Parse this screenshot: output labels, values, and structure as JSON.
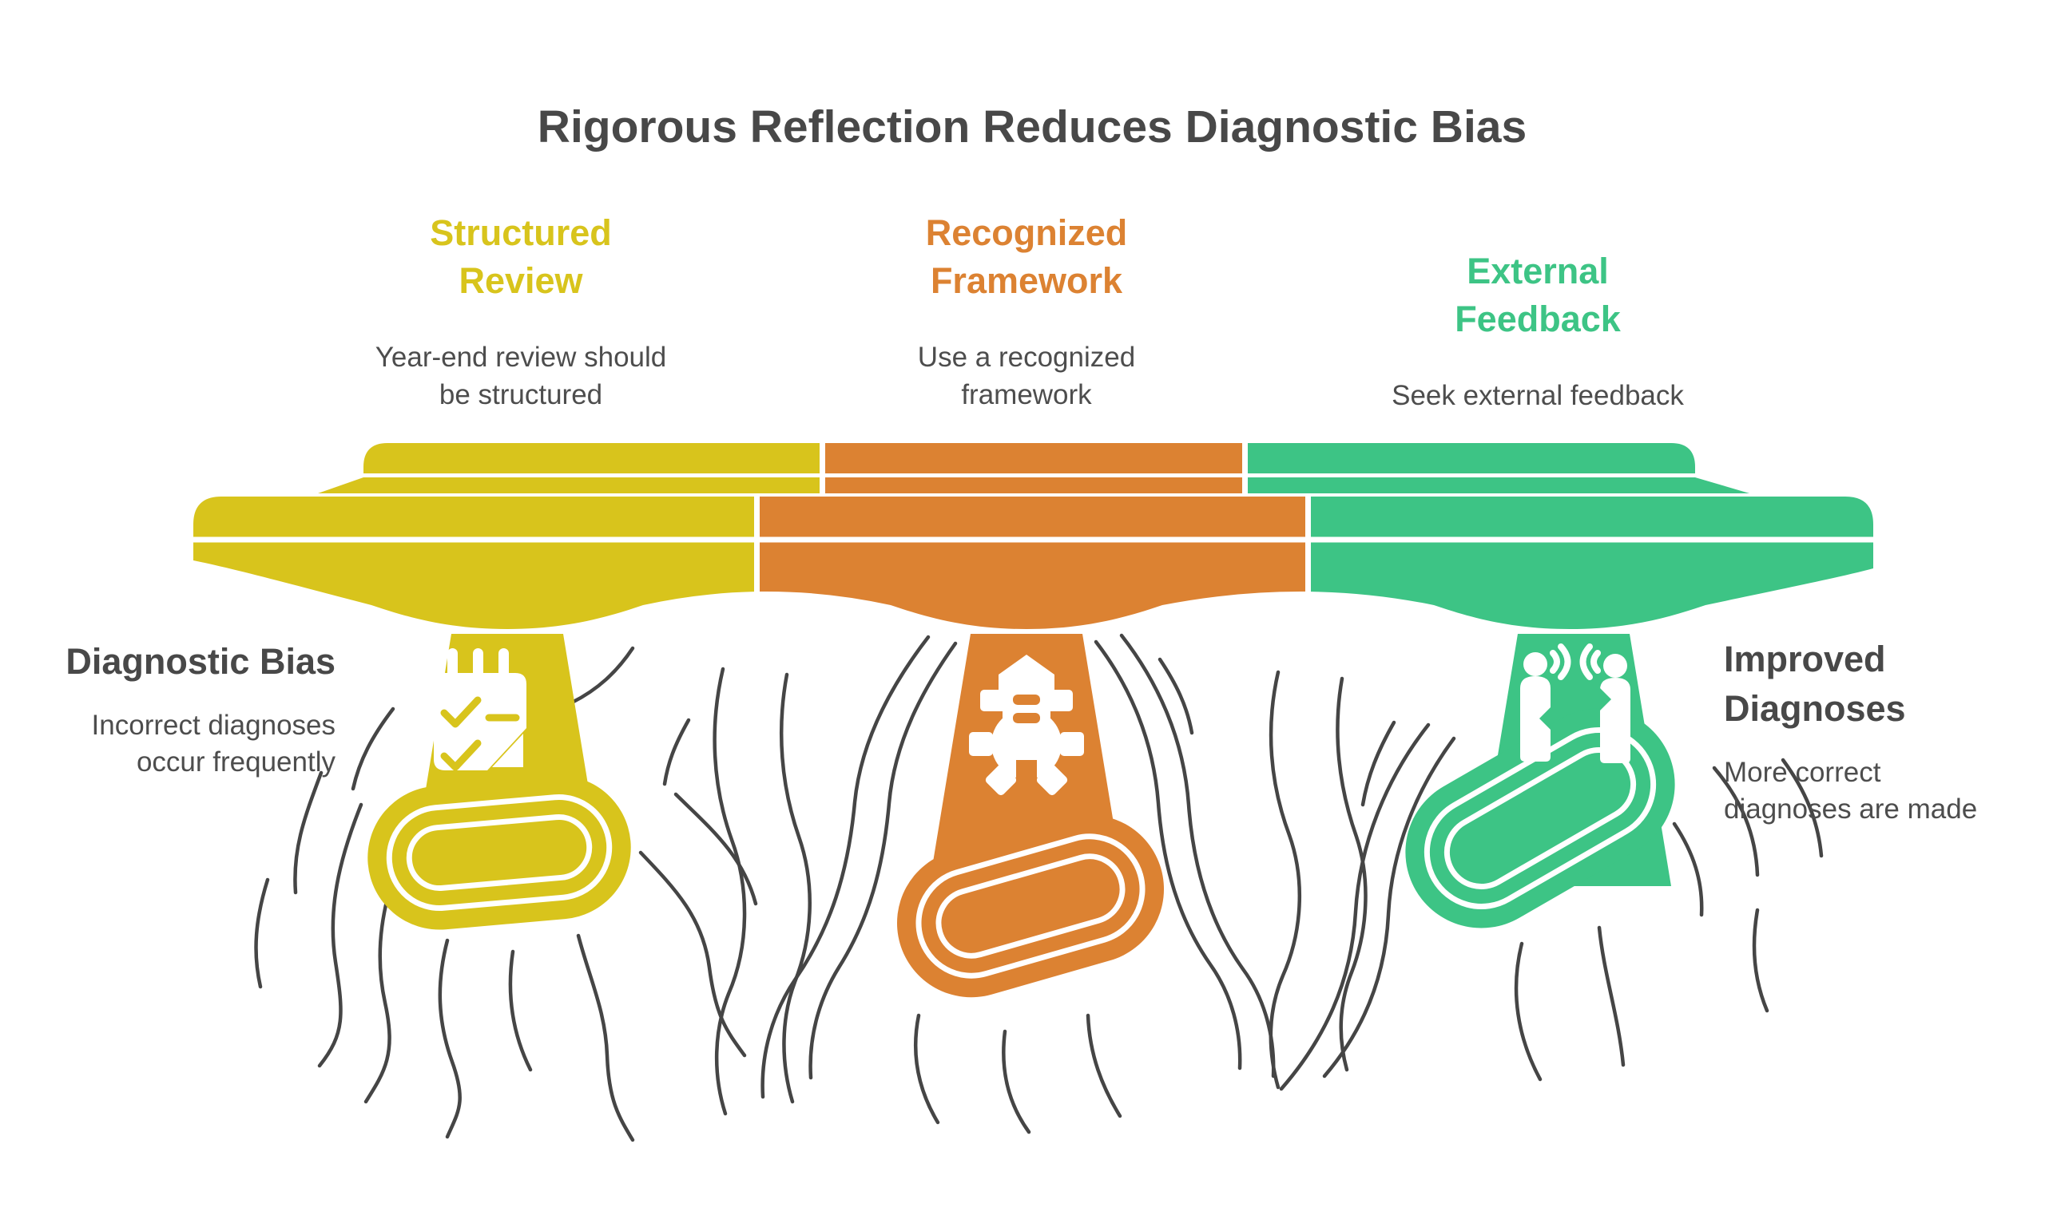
{
  "title": "Rigorous Reflection Reduces Diagnostic Bias",
  "colors": {
    "yellow": "#d8c41c",
    "orange": "#dc8232",
    "green": "#3dc485",
    "title_text": "#484848",
    "body_text": "#4d4d4d",
    "water": "#454545"
  },
  "pillars": [
    {
      "id": "structured-review",
      "title": "Structured Review",
      "title_lines": [
        "Structured",
        "Review"
      ],
      "description": "Year-end review should be structured",
      "desc_lines": [
        "Year-end review should",
        "be structured"
      ],
      "color": "#d8c41c",
      "icon": "checklist-icon"
    },
    {
      "id": "recognized-framework",
      "title": "Recognized Framework",
      "title_lines": [
        "Recognized",
        "Framework"
      ],
      "description": "Use a recognized framework",
      "desc_lines": [
        "Use a recognized",
        "framework"
      ],
      "color": "#dc8232",
      "icon": "framework-gear-icon"
    },
    {
      "id": "external-feedback",
      "title": "External Feedback",
      "title_lines": [
        "External",
        "Feedback"
      ],
      "description": "Seek external feedback",
      "desc_lines": [
        "Seek external feedback"
      ],
      "color": "#3dc485",
      "icon": "conversation-icon"
    }
  ],
  "left_label": {
    "title": "Diagnostic Bias",
    "description": "Incorrect diagnoses occur frequently",
    "desc_lines": [
      "Incorrect diagnoses",
      "occur frequently"
    ]
  },
  "right_label": {
    "title": "Improved Diagnoses",
    "title_lines": [
      "Improved",
      "Diagnoses"
    ],
    "description": "More correct diagnoses are made",
    "desc_lines": [
      "More correct",
      "diagnoses are made"
    ]
  }
}
